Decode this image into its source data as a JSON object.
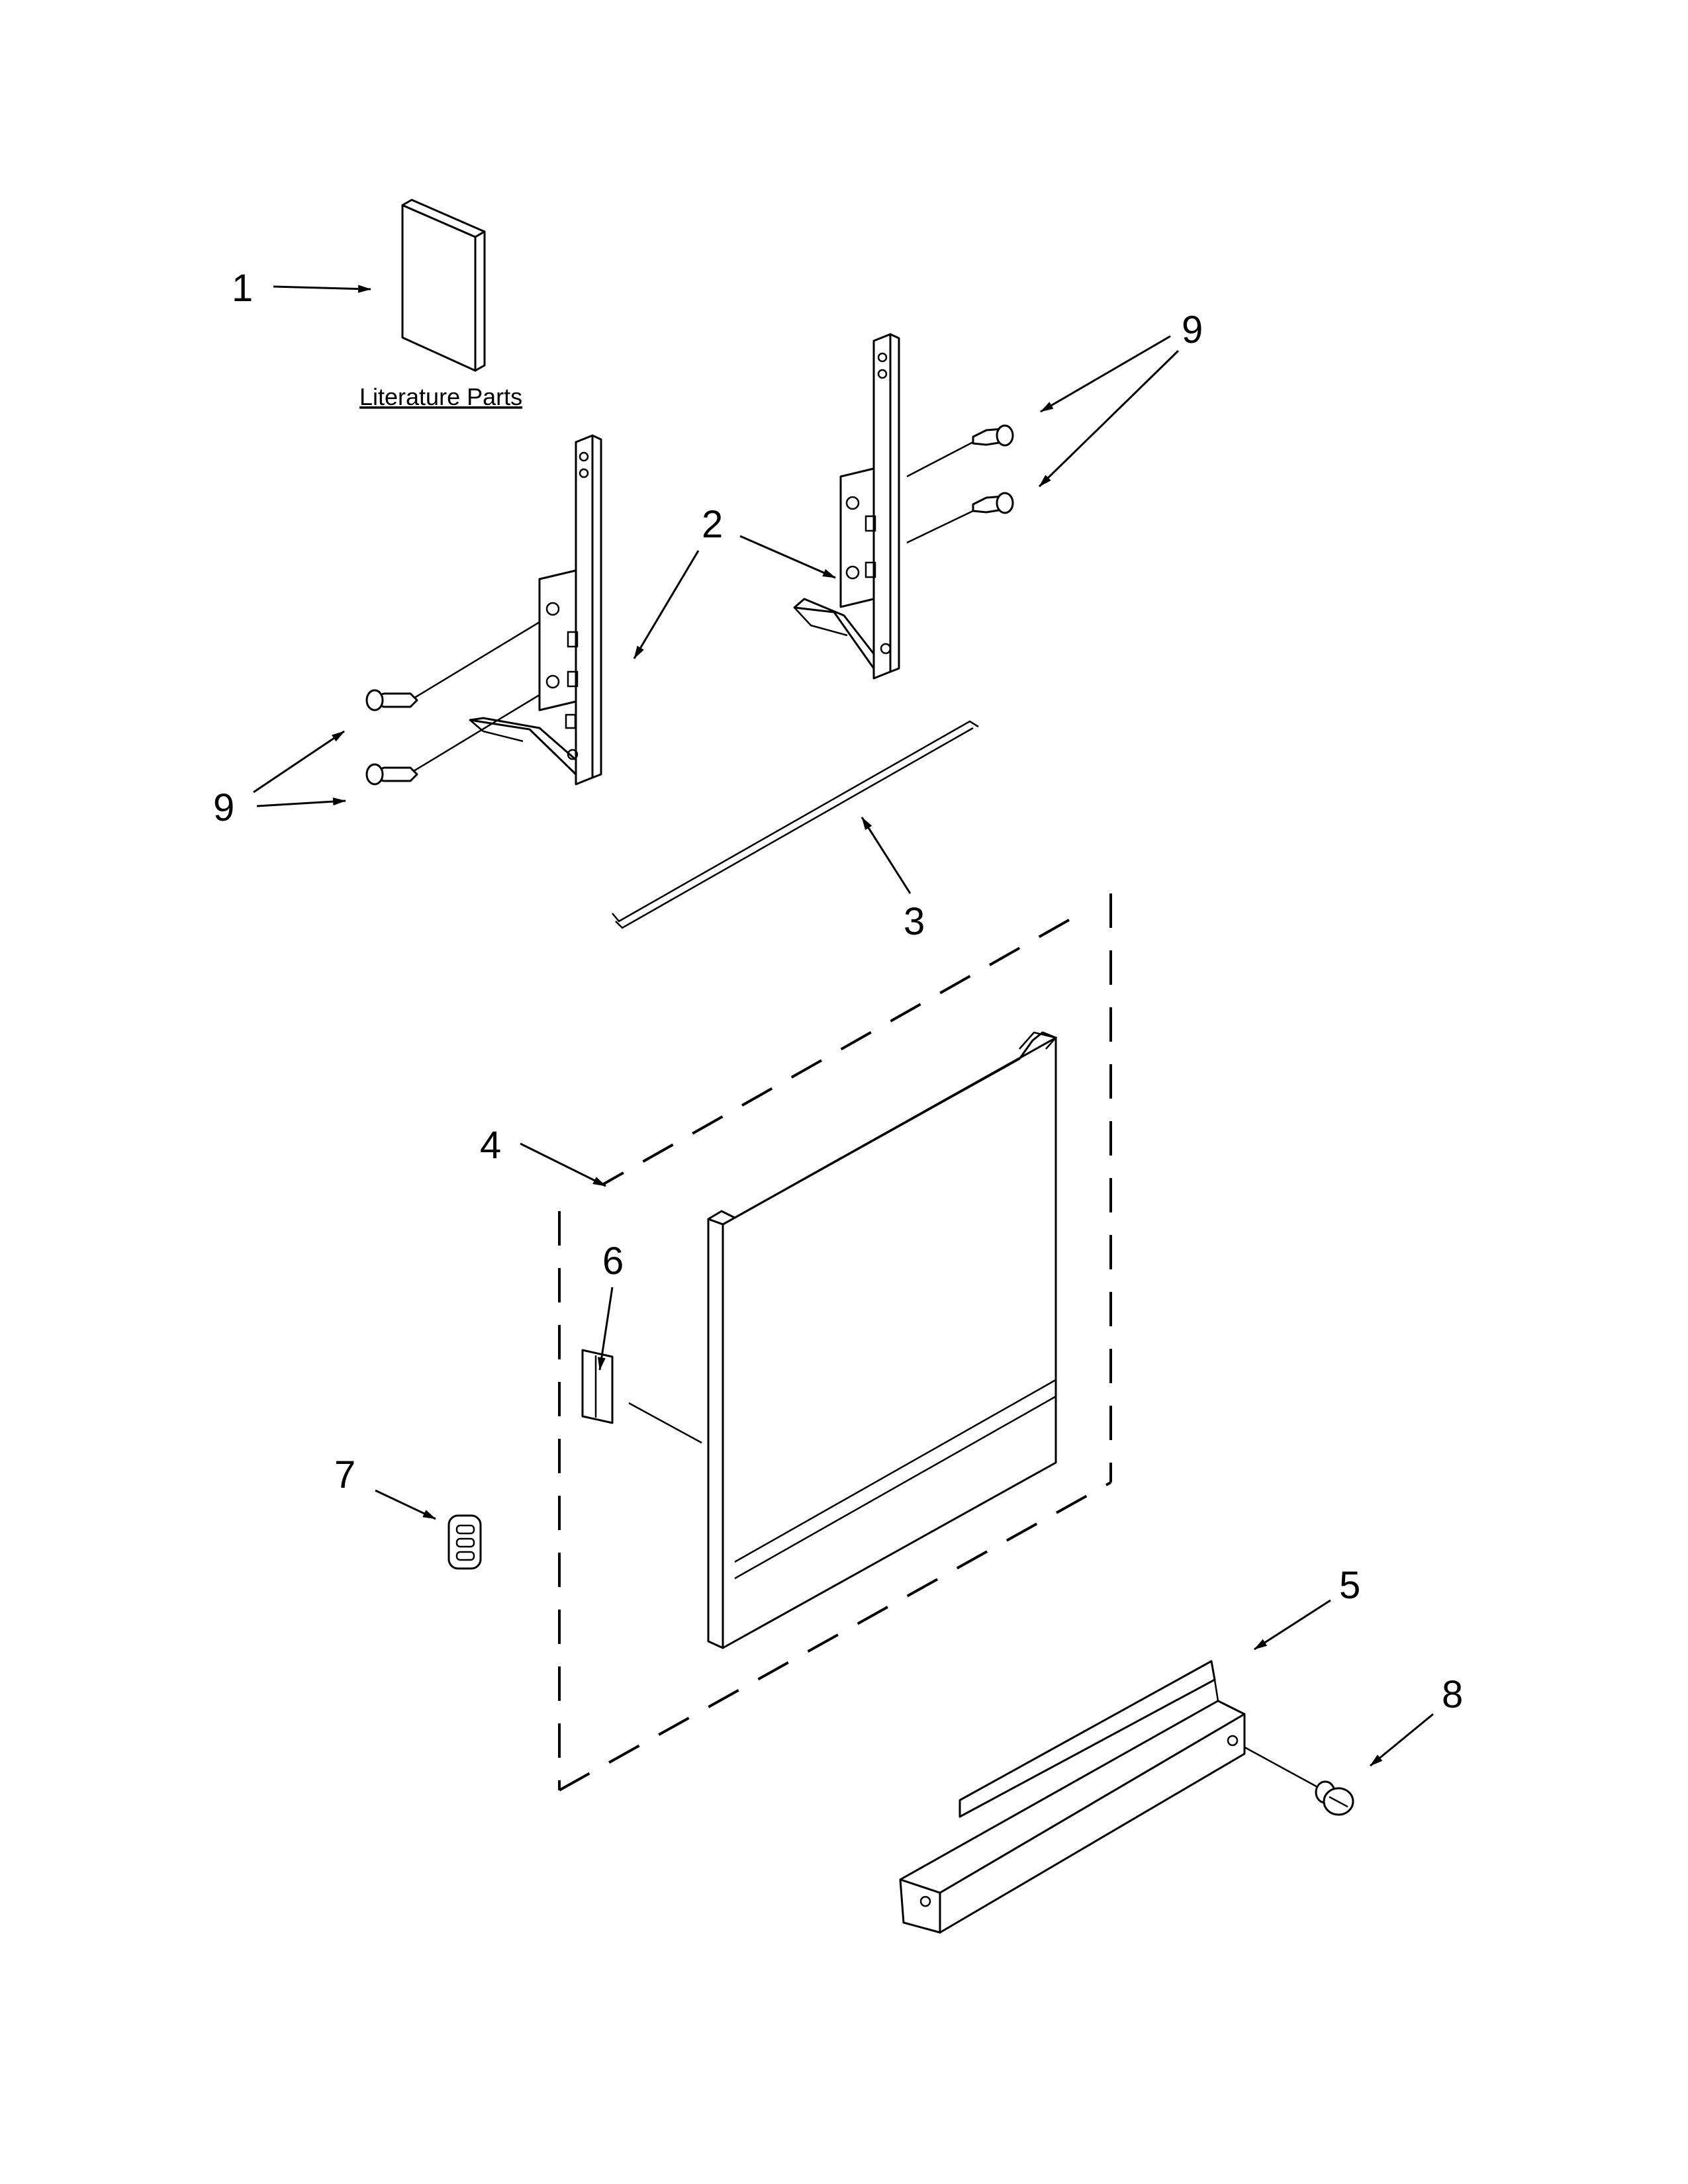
{
  "labels": {
    "literature_parts": "Literature Parts",
    "callout_1": "1",
    "callout_2": "2",
    "callout_3": "3",
    "callout_4": "4",
    "callout_5": "5",
    "callout_6": "6",
    "callout_7": "7",
    "callout_8": "8",
    "callout_9_right": "9",
    "callout_9_left": "9"
  }
}
